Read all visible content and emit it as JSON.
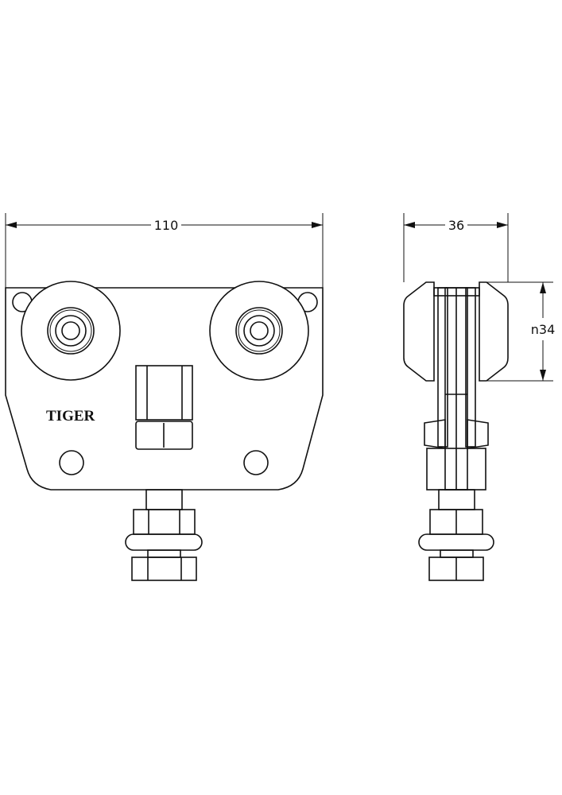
{
  "drawing": {
    "front_view": {
      "width_dimension": "110",
      "brand_label": "TIGER"
    },
    "side_view": {
      "width_dimension": "36",
      "wheel_diameter_dimension": "n34"
    }
  }
}
